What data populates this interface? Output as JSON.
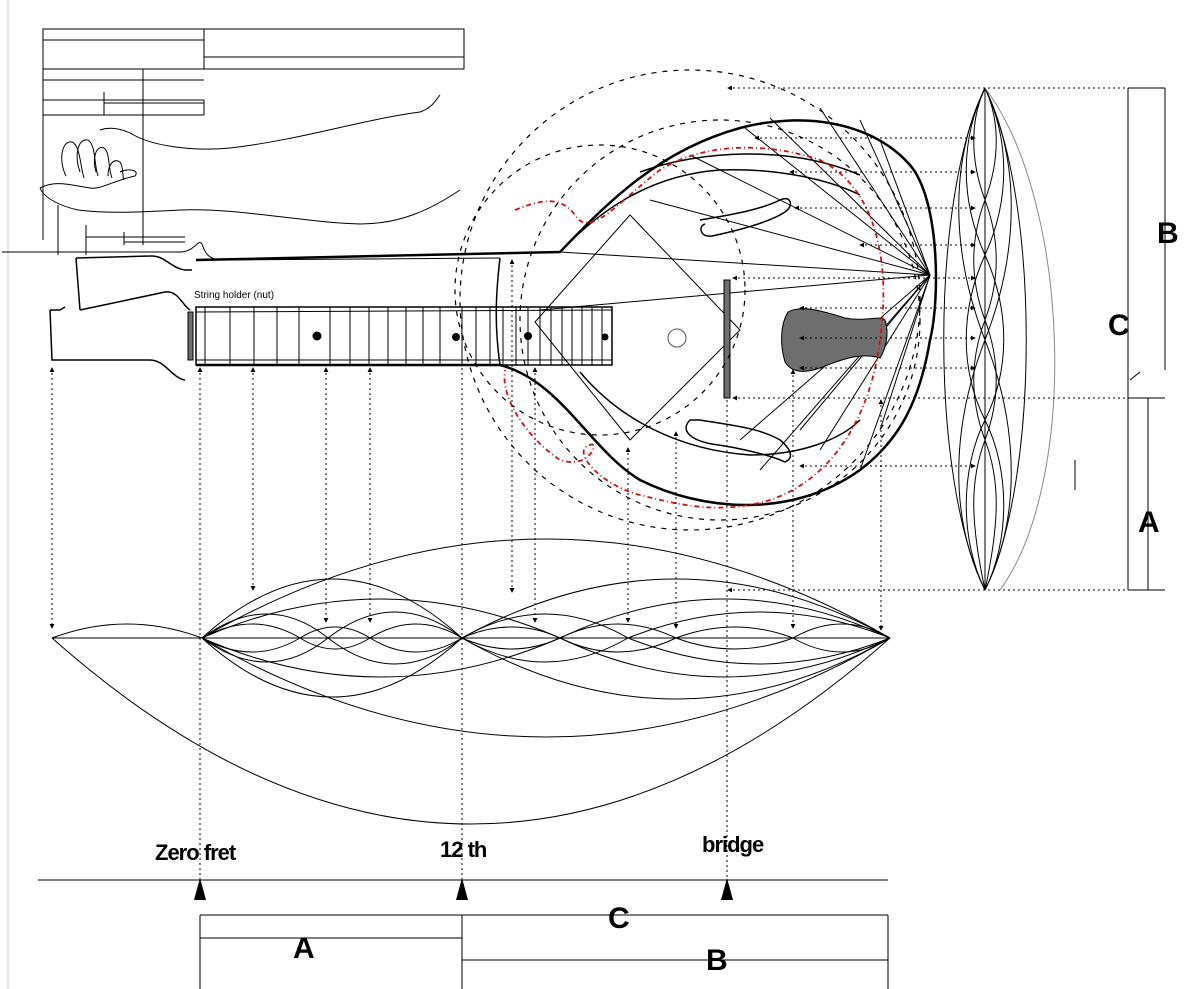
{
  "labels": {
    "nut": "String holder (nut)",
    "zero_fret": "Zero fret",
    "twelfth": "12 th",
    "bridge": "bridge",
    "dim_a": "A",
    "dim_b": "B",
    "dim_c": "C"
  },
  "colors": {
    "line": "#000000",
    "accent": "#d01010",
    "fill": "#6e6e6e"
  },
  "icons": {
    "zero_fret_marker": "triangle-up-icon",
    "twelfth_marker": "triangle-up-icon",
    "bridge_marker": "triangle-up-icon"
  }
}
